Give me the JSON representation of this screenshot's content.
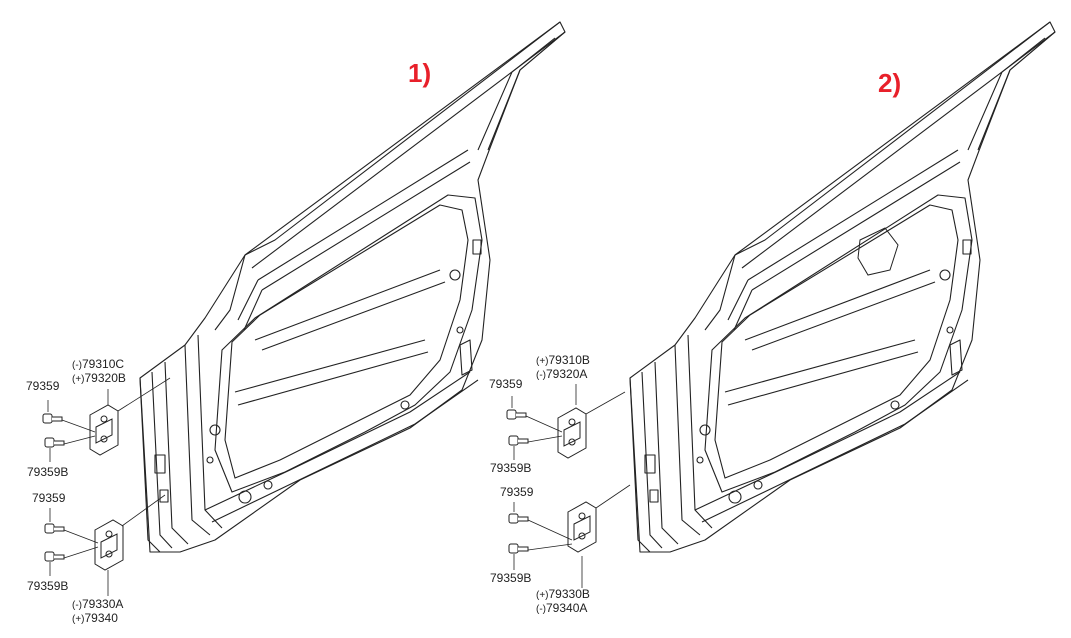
{
  "colors": {
    "line": "#222222",
    "number": "#e8202a",
    "background": "#ffffff"
  },
  "diagrams": [
    {
      "number": "1)",
      "labels": {
        "hinge_upper_1": "79310C",
        "hinge_upper_1_sym": "(-)",
        "hinge_upper_2": "79320B",
        "hinge_upper_2_sym": "(+)",
        "bolt_upper_a": "79359",
        "bolt_upper_b": "79359B",
        "bolt_lower_a": "79359",
        "bolt_lower_b": "79359B",
        "hinge_lower_1": "79330A",
        "hinge_lower_1_sym": "(-)",
        "hinge_lower_2": "79340",
        "hinge_lower_2_sym": "(+)"
      }
    },
    {
      "number": "2)",
      "labels": {
        "hinge_upper_1": "79310B",
        "hinge_upper_1_sym": "(+)",
        "hinge_upper_2": "79320A",
        "hinge_upper_2_sym": "(-)",
        "bolt_upper_a": "79359",
        "bolt_upper_b": "79359B",
        "bolt_lower_a": "79359",
        "bolt_lower_b": "79359B",
        "hinge_lower_1": "79330B",
        "hinge_lower_1_sym": "(+)",
        "hinge_lower_2": "79340A",
        "hinge_lower_2_sym": "(-)"
      }
    }
  ]
}
